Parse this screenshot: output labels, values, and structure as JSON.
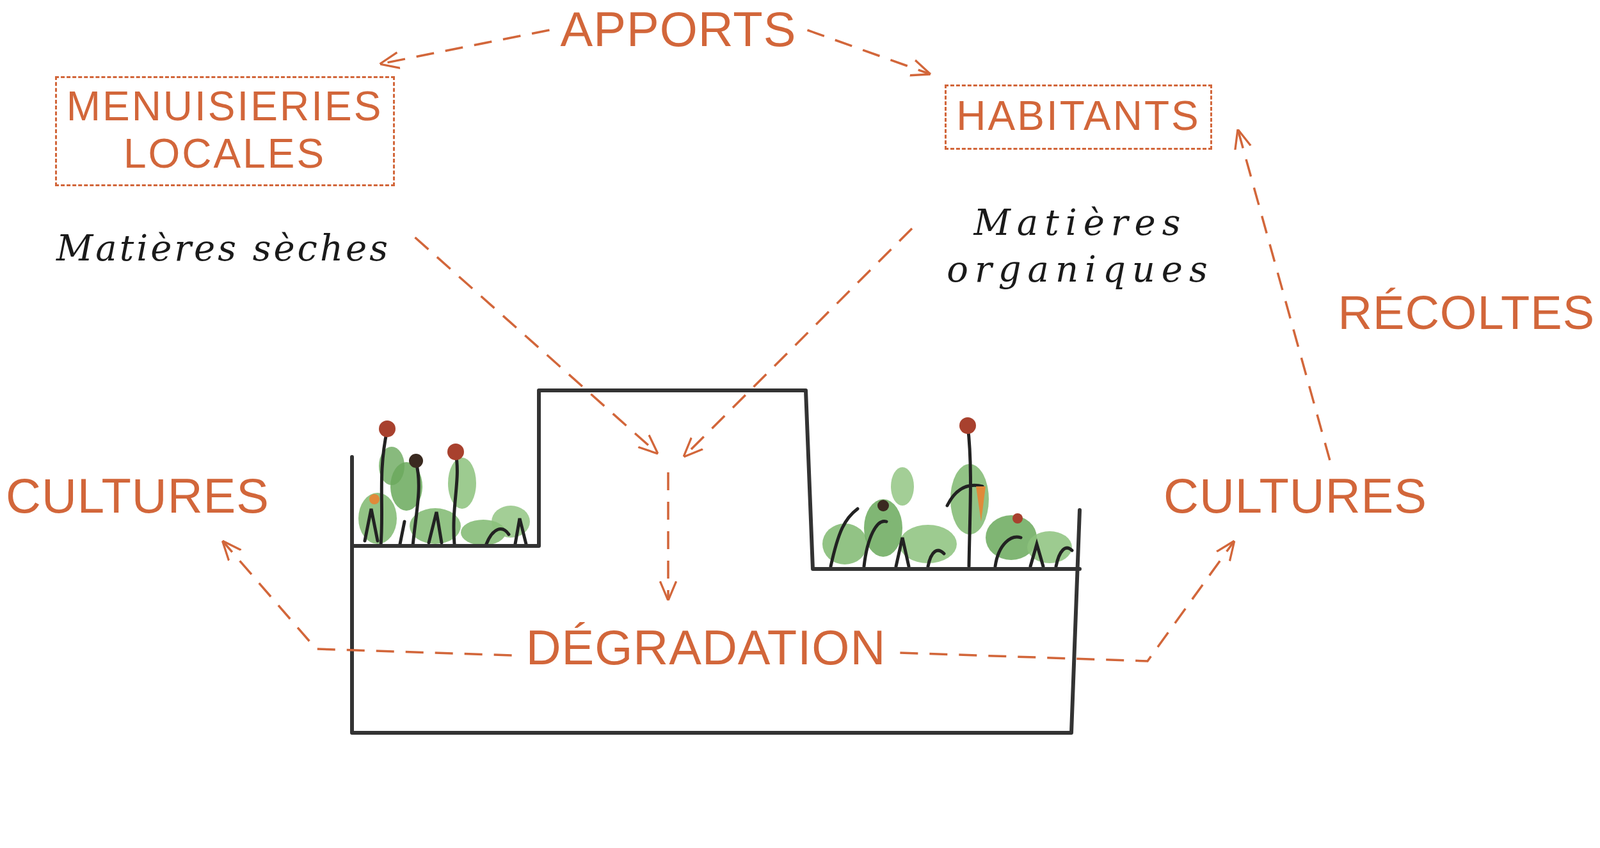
{
  "diagram": {
    "nodes": [
      {
        "text": [
          "APPORTS"
        ]
      },
      {
        "text": [
          "MENUISIERIES LOCALES"
        ]
      },
      {
        "text": [
          "HABITANTS"
        ]
      },
      {
        "text": [
          "DÉGRADATION"
        ]
      },
      {
        "text": [
          "CULTURES"
        ]
      },
      {
        "text": [
          "CULTURES"
        ]
      }
    ],
    "edges": [
      {
        "from": 0,
        "to": 1,
        "arrow": "to"
      },
      {
        "from": 0,
        "to": 2,
        "arrow": "to"
      },
      {
        "from": 1,
        "to": 3,
        "arrow": "to"
      },
      {
        "from": 2,
        "to": 3,
        "arrow": "to"
      },
      {
        "from": 3,
        "to": 4,
        "arrow": "to"
      },
      {
        "from": 3,
        "to": 5,
        "arrow": "to"
      },
      {
        "from": 5,
        "to": 2,
        "label": "RÉCOLTES",
        "arrow": "to"
      }
    ],
    "labels": [
      "Matières sèches",
      "Matières organiques"
    ]
  }
}
